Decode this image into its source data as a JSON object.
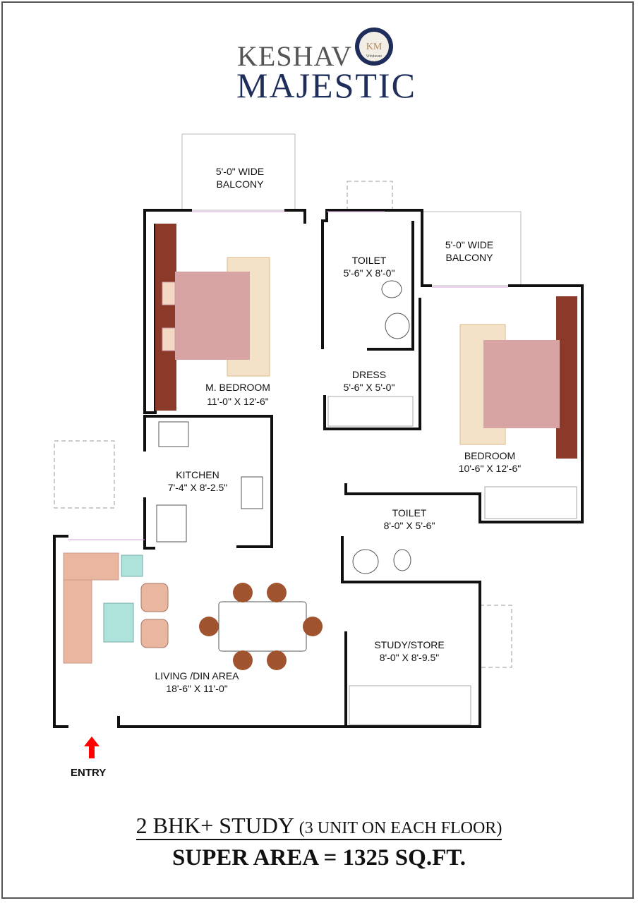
{
  "logo": {
    "line1": "KESHAV",
    "line2": "MAJESTIC",
    "emblem_text": "Vrindavan",
    "emblem_monogram": "KM",
    "colors": {
      "primary": "#1f2d5a",
      "secondary": "#555555"
    }
  },
  "rooms": {
    "balcony1": {
      "line1": "5'-0\" WIDE",
      "line2": "BALCONY"
    },
    "balcony2": {
      "line1": "5'-0\" WIDE",
      "line2": "BALCONY"
    },
    "toilet1": {
      "name": "TOILET",
      "size": "5'-6\" X 8'-0\""
    },
    "dress": {
      "name": "DRESS",
      "size": "5'-6\" X 5'-0\""
    },
    "master_bedroom": {
      "name": "M. BEDROOM",
      "size": "11'-0\" X 12'-6\""
    },
    "bedroom": {
      "name": "BEDROOM",
      "size": "10'-6\" X 12'-6\""
    },
    "kitchen": {
      "name": "KITCHEN",
      "size": "7'-4\" X 8'-2.5\""
    },
    "toilet2": {
      "name": "TOILET",
      "size": "8'-0\" X 5'-6\""
    },
    "study": {
      "name": "STUDY/STORE",
      "size": "8'-0\" X 8'-9.5\""
    },
    "living": {
      "name": "LIVING /DIN AREA",
      "size": "18'-6\" X 11'-0\""
    }
  },
  "entry": {
    "label": "ENTRY",
    "arrow_color": "#ff0000"
  },
  "footer": {
    "unit_type": "2 BHK+ STUDY",
    "unit_note": "(3 UNIT ON EACH FLOOR)",
    "super_area": "SUPER AREA = 1325 SQ.FT."
  }
}
